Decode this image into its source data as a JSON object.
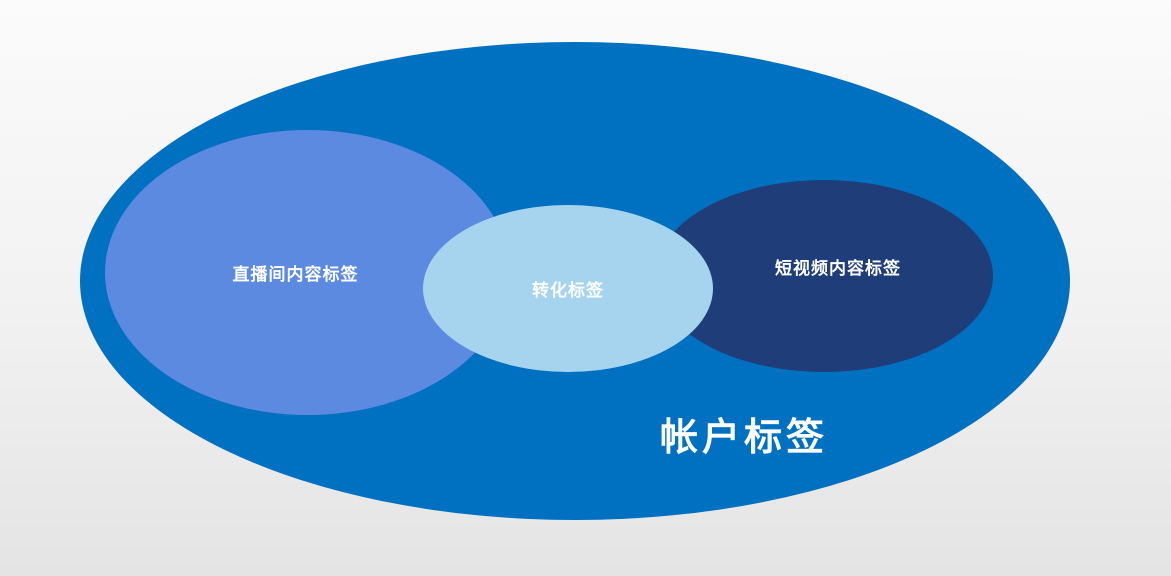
{
  "diagram": {
    "title": "tag-venn-diagram",
    "outer_ellipse": {
      "label": "帐户标签",
      "color": "#0070C0"
    },
    "left_ellipse": {
      "label": "直播间内容标签",
      "color": "#5B8AE0"
    },
    "middle_ellipse": {
      "label": "转化标签",
      "color": "#A6D4EE"
    },
    "right_ellipse": {
      "label": "短视频内容标签",
      "color": "#1F3D78"
    },
    "text_color": "#FFFFFF"
  }
}
